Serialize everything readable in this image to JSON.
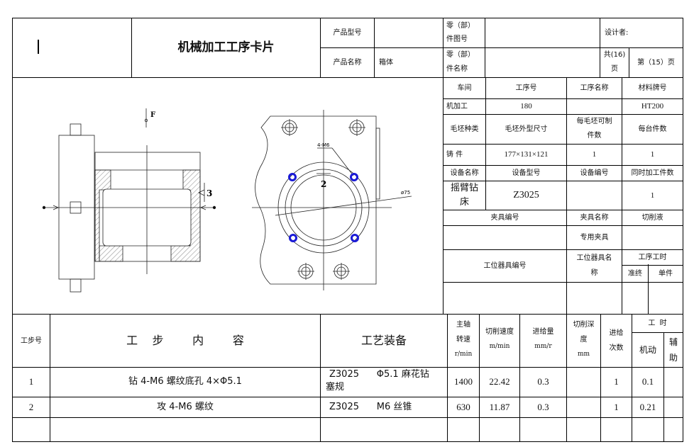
{
  "header": {
    "logo_cell": "",
    "title": "机械加工工序卡片",
    "product_model_label": "产品型号",
    "product_model_value": "",
    "product_name_label": "产品名称",
    "product_name_value": "箱体",
    "part_drawing_no_label_1": "零（部）",
    "part_drawing_no_label_2": "件图号",
    "part_drawing_no_value": "",
    "part_name_label_1": "零（部）",
    "part_name_label_2": "件名称",
    "part_name_value": "",
    "designer_label": "设计者:",
    "total_pages_1": "共(16)",
    "total_pages_2": "页",
    "current_page": "第（15）页"
  },
  "info_table": {
    "workshop_label": "车间",
    "process_no_label": "工序号",
    "process_name_label": "工序名称",
    "material_label": "材料牌号",
    "workshop_value": "机加工",
    "process_no_value": "180",
    "process_name_value": "",
    "material_value": "HT200",
    "blank_type_label": "毛坯种类",
    "blank_size_label": "毛坯外型尺寸",
    "pieces_per_blank_label_1": "每毛坯可制",
    "pieces_per_blank_label_2": "件数",
    "pieces_per_unit_label": "每台件数",
    "blank_type_value": "铸 件",
    "blank_size_value": "177×131×121",
    "pieces_per_blank_value": "1",
    "pieces_per_unit_value": "1",
    "equipment_name_label": "设备名称",
    "equipment_model_label": "设备型号",
    "equipment_no_label": "设备编号",
    "simultaneous_label": "同时加工件数",
    "equipment_name_value_1": "摇臂钻",
    "equipment_name_value_2": "床",
    "equipment_model_value": "Z3025",
    "equipment_no_value": "",
    "simultaneous_value": "1",
    "fixture_no_label": "夹具编号",
    "fixture_name_label": "夹具名称",
    "coolant_label": "切削液",
    "fixture_no_value": "",
    "fixture_name_value": "专用夹具",
    "coolant_value": "",
    "station_tool_no_label": "工位器具编号",
    "station_tool_name_label_1": "工位器具名",
    "station_tool_name_label_2": "称",
    "process_time_label": "工序工时",
    "prep_label": "准终",
    "unit_label": "单件",
    "station_tool_no_value": "",
    "station_tool_name_value": "",
    "prep_value": "",
    "unit_value": ""
  },
  "drawing": {
    "force_label": "F",
    "roughness_left": "3",
    "roughness_center": "2",
    "thread_note": "4-M6",
    "diameter_note": "ø75",
    "hole_color": "#1a1ad6"
  },
  "steps_table": {
    "headers": {
      "step_no": "工步号",
      "content": "工    步        内        容",
      "equipment": "工艺装备",
      "spindle_1": "主轴",
      "spindle_2": "转速",
      "spindle_3": "r/min",
      "cut_speed_1": "切削速度",
      "cut_speed_2": "m/min",
      "feed_1": "进给量",
      "feed_2": "mm/r",
      "depth_1": "切削深",
      "depth_2": "度",
      "depth_3": "mm",
      "passes_1": "进给",
      "passes_2": "次数",
      "time": "工  时",
      "machine_time": "机动",
      "aux_time_1": "辅",
      "aux_time_2": "助"
    },
    "rows": [
      {
        "step_no": "1",
        "content": "钻 4-M6 螺纹底孔 4×Φ5.1",
        "equipment_1": "Z3025      Φ5.1 麻花钻",
        "equipment_2": "塞规",
        "spindle": "1400",
        "cut_speed": "22.42",
        "feed": "0.3",
        "depth": "",
        "passes": "1",
        "machine_time": "0.1",
        "aux_time": ""
      },
      {
        "step_no": "2",
        "content": "攻 4-M6 螺纹",
        "equipment_1": "Z3025      M6 丝锥",
        "equipment_2": "",
        "spindle": "630",
        "cut_speed": "11.87",
        "feed": "0.3",
        "depth": "",
        "passes": "1",
        "machine_time": "0.21",
        "aux_time": ""
      },
      {
        "step_no": "",
        "content": "",
        "equipment_1": "",
        "equipment_2": "",
        "spindle": "",
        "cut_speed": "",
        "feed": "",
        "depth": "",
        "passes": "",
        "machine_time": "",
        "aux_time": ""
      }
    ]
  }
}
